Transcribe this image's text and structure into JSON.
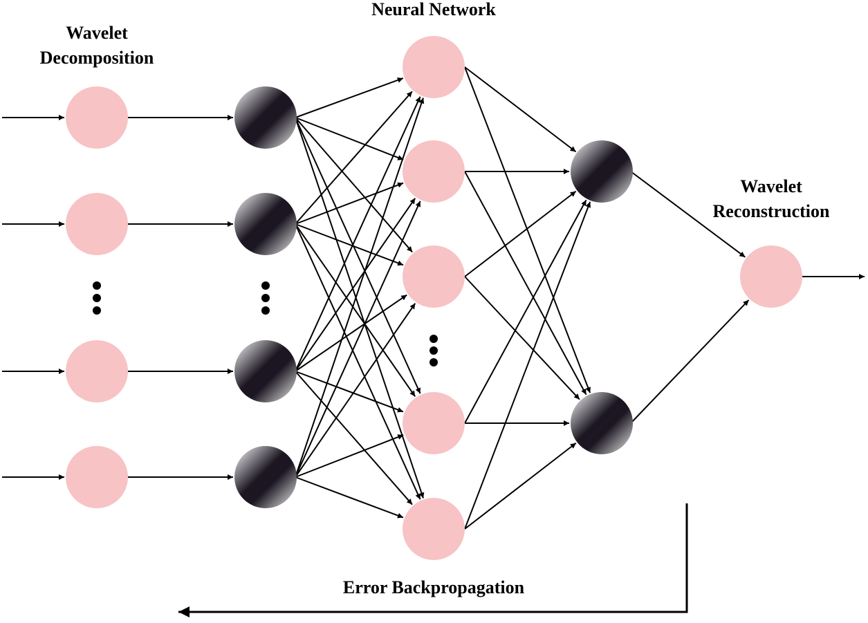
{
  "labels": {
    "wavelet_decomposition_line1": "Wavelet",
    "wavelet_decomposition_line2": "Decomposition",
    "neural_network": "Neural Network",
    "wavelet_reconstruction_line1": "Wavelet",
    "wavelet_reconstruction_line2": "Reconstruction",
    "error_backpropagation": "Error Backpropagation"
  },
  "colors": {
    "pink_node": "#f7c3c5",
    "dark_node": "#1a1520",
    "line": "#000000"
  },
  "icons": {
    "ellipsis": "vertical-three-dots",
    "arrowhead": "filled-triangle"
  }
}
